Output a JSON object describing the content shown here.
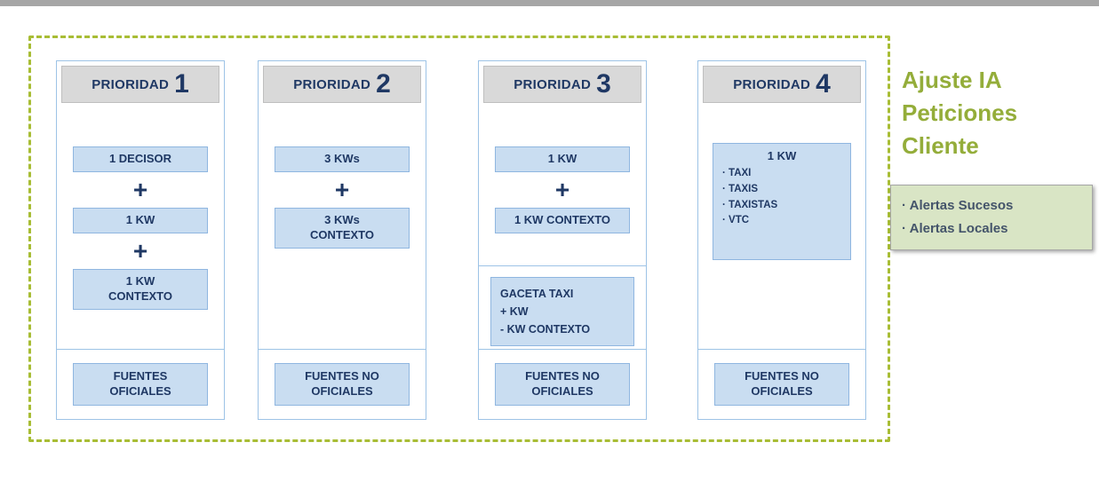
{
  "columns": [
    {
      "header_label": "PRIORIDAD",
      "header_number": "1",
      "box1": "1 DECISOR",
      "plus": "+",
      "box2": "1 KW",
      "box3": [
        "1 KW",
        "CONTEXTO"
      ],
      "footer": [
        "FUENTES",
        "OFICIALES"
      ]
    },
    {
      "header_label": "PRIORIDAD",
      "header_number": "2",
      "box1": "3 KWs",
      "plus": "+",
      "box2": [
        "3 KWs",
        "CONTEXTO"
      ],
      "footer": [
        "FUENTES NO",
        "OFICIALES"
      ]
    },
    {
      "header_label": "PRIORIDAD",
      "header_number": "3",
      "box1": "1 KW",
      "plus": "+",
      "box2": "1 KW CONTEXTO",
      "box3": [
        "GACETA TAXI",
        "+ KW",
        "- KW CONTEXTO"
      ],
      "footer": [
        "FUENTES NO",
        "OFICIALES"
      ]
    },
    {
      "header_label": "PRIORIDAD",
      "header_number": "4",
      "box1_title": "1 KW",
      "box1_items": [
        "· TAXI",
        "· TAXIS",
        "· TAXISTAS",
        "· VTC"
      ],
      "footer": [
        "FUENTES NO",
        "OFICIALES"
      ]
    }
  ],
  "side": {
    "title": [
      "Ajuste IA",
      "Peticiones",
      "Cliente"
    ],
    "legend": [
      "· Alertas Sucesos",
      "· Alertas Locales"
    ]
  },
  "colors": {
    "dashed_border": "#a8bd35",
    "header_bg": "#d9d9d9",
    "box_bg": "#c9ddf1",
    "box_border": "#8fb6e0",
    "text_navy": "#1f3864",
    "side_title_green": "#94ad3a",
    "legend_bg": "#d9e5c5",
    "topbar_gray": "#a6a6a6"
  }
}
